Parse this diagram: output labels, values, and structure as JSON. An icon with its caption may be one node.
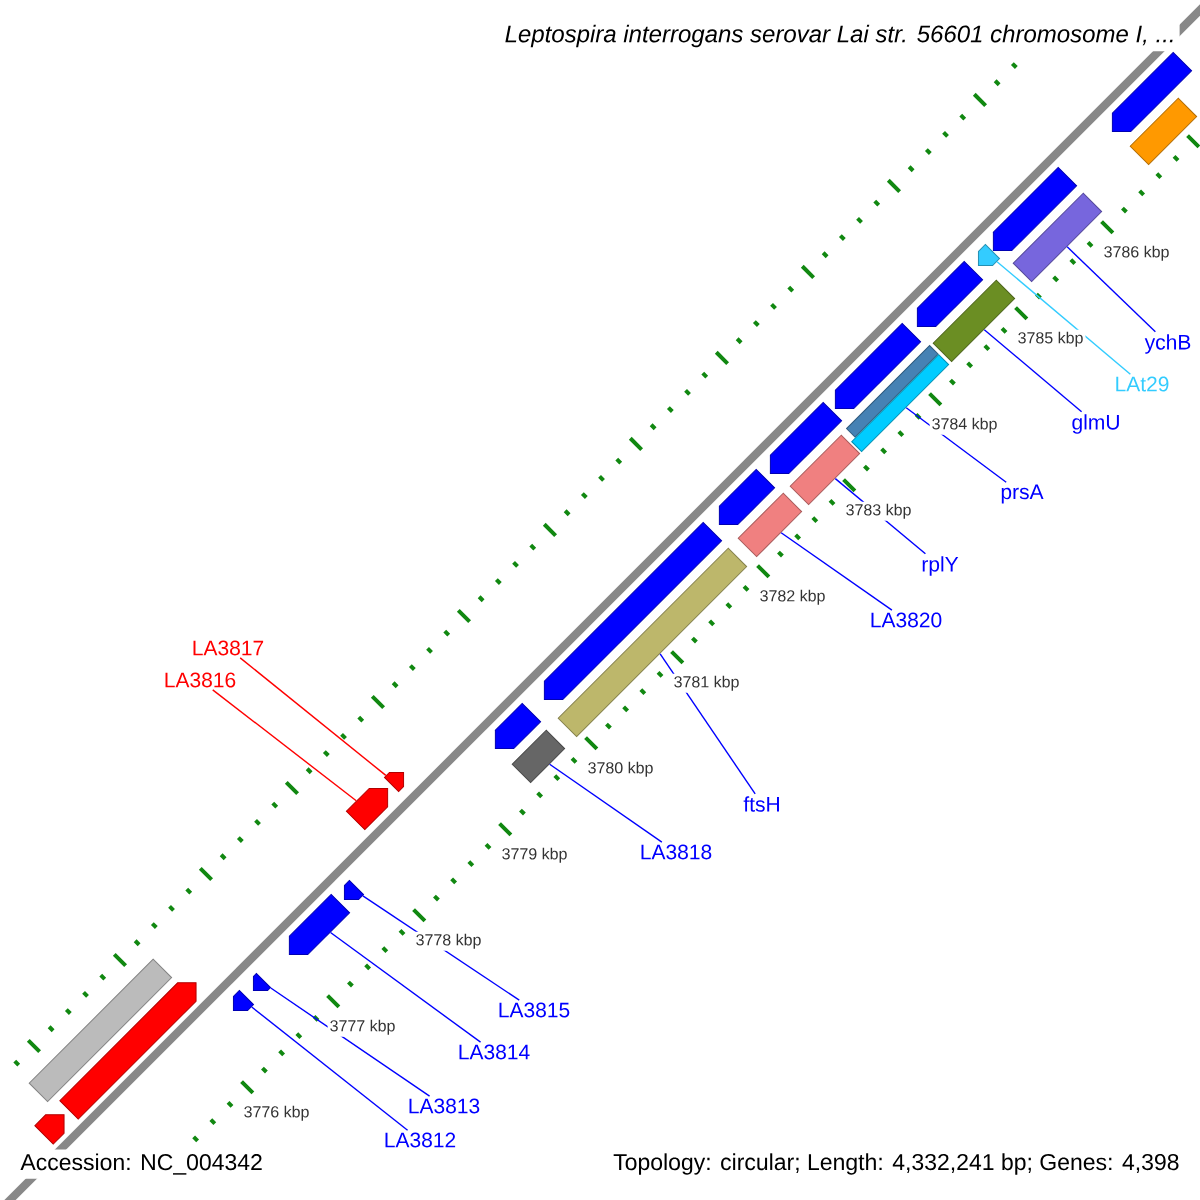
{
  "diagram": {
    "title": "Leptospira interrogans serovar Lai str. 56601 chromosome I, ...",
    "nodes": [
      {
        "text": [
          "LA3817"
        ]
      },
      {
        "text": [
          "LA3816"
        ]
      },
      {
        "text": [
          "LA3818"
        ]
      },
      {
        "text": [
          "ftsH"
        ]
      },
      {
        "text": [
          "LA3820"
        ]
      },
      {
        "text": [
          "rplY"
        ]
      },
      {
        "text": [
          "prsA"
        ]
      },
      {
        "text": [
          "glmU"
        ]
      },
      {
        "text": [
          "LAt29"
        ]
      },
      {
        "text": [
          "ychB"
        ]
      },
      {
        "text": [
          "LA3815"
        ]
      },
      {
        "text": [
          "LA3814"
        ]
      },
      {
        "text": [
          "LA3813"
        ]
      },
      {
        "text": [
          "LA3812"
        ]
      },
      {
        "text": [],
        "shape": "pentagon"
      },
      {
        "text": [],
        "shape": "bar"
      },
      {
        "text": [],
        "shape": "pentagon"
      },
      {
        "text": [],
        "shape": "bar"
      },
      {
        "text": [],
        "shape": "pentagon"
      },
      {
        "text": [],
        "shape": "pentagon"
      },
      {
        "text": [],
        "shape": "bar"
      },
      {
        "text": [],
        "shape": "pentagon"
      },
      {
        "text": [],
        "shape": "bar"
      },
      {
        "text": [],
        "shape": "bar"
      },
      {
        "text": [],
        "shape": "pentagon"
      },
      {
        "text": [],
        "shape": "bar"
      },
      {
        "text": [],
        "shape": "pentagon"
      },
      {
        "text": [],
        "shape": "bar"
      },
      {
        "text": [],
        "shape": "pentagon"
      },
      {
        "text": [],
        "shape": "bar"
      },
      {
        "text": [],
        "shape": "pentagon"
      },
      {
        "text": [],
        "shape": "bar"
      },
      {
        "text": [],
        "shape": "pentagon"
      },
      {
        "text": [],
        "shape": "pentagon"
      },
      {
        "text": [],
        "shape": "pentagon"
      },
      {
        "text": [],
        "shape": "pentagon"
      },
      {
        "text": [],
        "shape": "pentagon"
      },
      {
        "text": [],
        "shape": "pentagon"
      },
      {
        "text": [],
        "shape": "bar"
      },
      {
        "text": [],
        "shape": "pentagon"
      },
      {
        "text": [],
        "shape": "pentagon"
      }
    ],
    "edges": [
      {
        "from": 0,
        "to": 32,
        "arrow": "none",
        "color": "#ff0000"
      },
      {
        "from": 1,
        "to": 33,
        "arrow": "none",
        "color": "#ff0000"
      },
      {
        "from": 2,
        "to": 31,
        "arrow": "none"
      },
      {
        "from": 3,
        "to": 29,
        "arrow": "none"
      },
      {
        "from": 4,
        "to": 27,
        "arrow": "none"
      },
      {
        "from": 5,
        "to": 25,
        "arrow": "none"
      },
      {
        "from": 6,
        "to": 23,
        "arrow": "none"
      },
      {
        "from": 7,
        "to": 20,
        "arrow": "none"
      },
      {
        "from": 8,
        "to": 18,
        "arrow": "none",
        "color": "#33ccff"
      },
      {
        "from": 9,
        "to": 17,
        "arrow": "none"
      },
      {
        "from": 10,
        "to": 34,
        "arrow": "none"
      },
      {
        "from": 11,
        "to": 35,
        "arrow": "none"
      },
      {
        "from": 12,
        "to": 36,
        "arrow": "none"
      },
      {
        "from": 13,
        "to": 37,
        "arrow": "none"
      }
    ],
    "labels": [
      "3786 kbp",
      "3785 kbp",
      "3784 kbp",
      "3783 kbp",
      "3782 kbp",
      "3781 kbp",
      "3780 kbp",
      "3779 kbp",
      "3778 kbp",
      "3777 kbp",
      "3776 kbp",
      "Accession: NC_004342",
      "Topology: circular; Length: 4,332,241 bp; Genes: 4,398"
    ]
  }
}
